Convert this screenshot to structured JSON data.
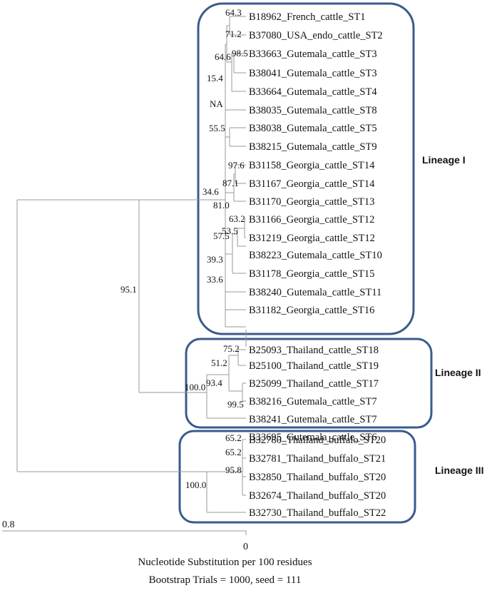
{
  "leaves": [
    "B18962_French_cattle_ST1",
    "B37080_USA_endo_cattle_ST2",
    "B33663_Gutemala_cattle_ST3",
    "B38041_Gutemala_cattle_ST3",
    "B33664_Gutemala_cattle_ST4",
    "B38035_Gutemala_cattle_ST8",
    "B38038_Gutemala_cattle_ST5",
    "B38215_Gutemala_cattle_ST9",
    "B31158_Georgia_cattle_ST14",
    "B31167_Georgia_cattle_ST14",
    "B31170_Georgia_cattle_ST13",
    "B31166_Georgia_cattle_ST12",
    "B31219_Georgia_cattle_ST12",
    "B38223_Gutemala_cattle_ST10",
    "B31178_Georgia_cattle_ST15",
    "B38240_Gutemala_cattle_ST11",
    "B31182_Georgia_cattle_ST16",
    "B25093_Thailand_cattle_ST18",
    "B25100_Thailand_cattle_ST19",
    "B25099_Thailand_cattle_ST17",
    "B38216_Gutemala_cattle_ST7",
    "B38241_Gutemala_cattle_ST7",
    "B33695_Gutemala_cattle_ST6",
    "B32780_Thailand_buffalo_ST20",
    "B32781_Thailand_buffalo_ST21",
    "B32850_Thailand_buffalo_ST20",
    "B32674_Thailand_buffalo_ST20",
    "B32730_Thailand_buffalo_ST22"
  ],
  "bootstrap_values": [
    "64.3",
    "71.2",
    "98.5",
    "64.6",
    "15.4",
    "NA",
    "55.5",
    "97.6",
    "87.1",
    "34.6",
    "81.0",
    "63.2",
    "53.5",
    "57.5",
    "39.3",
    "33.6",
    "95.1",
    "75.2",
    "51.2",
    "93.4",
    "99.5",
    "100.0",
    "65.2",
    "65.2",
    "95.8",
    "100.0"
  ],
  "lineages": [
    "Lineage I",
    "Lineage II",
    "Lineage III"
  ],
  "scale": {
    "left_label": "0.8",
    "right_label": "0"
  },
  "footer": {
    "line1": "Nucleotide Substitution per 100 residues",
    "line2": "Bootstrap Trials = 1000, seed = 111"
  }
}
